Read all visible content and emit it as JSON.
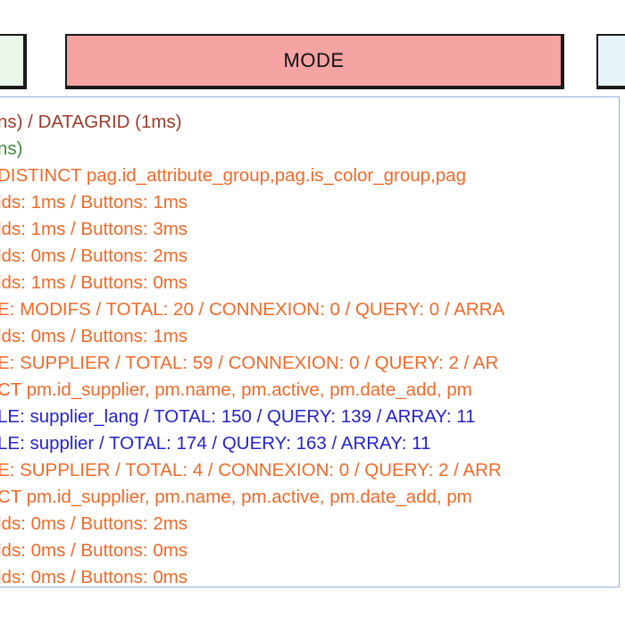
{
  "toolbar": {
    "left_button_label": "",
    "mode_button_label": "MODE",
    "right_button_label": ""
  },
  "colors": {
    "mode_button": "#f6a3a3",
    "left_button": "#e9f8ea",
    "right_button": "#e6f4fa",
    "panel_border": "#8fb4de",
    "text_darkred": "#9b3b2a",
    "text_green": "#3b8a3b",
    "text_orange": "#ef6a2a",
    "text_blue": "#2424c8"
  },
  "log": {
    "lines": [
      {
        "text": "ns) / DATAGRID (1ms)",
        "color": "darkred"
      },
      {
        "text": "ns)",
        "color": "green"
      },
      {
        "text": " DISTINCT pag.id_attribute_group,pag.is_color_group,pag",
        "color": "orange"
      },
      {
        "text": "lds: 1ms / Buttons: 1ms",
        "color": "orange"
      },
      {
        "text": "lds: 1ms / Buttons: 3ms",
        "color": "orange"
      },
      {
        "text": "lds: 0ms / Buttons: 2ms",
        "color": "orange"
      },
      {
        "text": "lds: 1ms / Buttons: 0ms",
        "color": "orange"
      },
      {
        "text": "E: MODIFS / TOTAL: 20 / CONNEXION: 0 / QUERY: 0 / ARRA",
        "color": "orange"
      },
      {
        "text": "lds: 0ms / Buttons: 1ms",
        "color": "orange"
      },
      {
        "text": "E: SUPPLIER / TOTAL: 59 / CONNEXION: 0 / QUERY: 2 / AR",
        "color": "orange"
      },
      {
        "text": "CT pm.id_supplier, pm.name, pm.active, pm.date_add, pm",
        "color": "orange"
      },
      {
        "text": "LE: supplier_lang / TOTAL: 150 / QUERY: 139 / ARRAY: 11",
        "color": "blue"
      },
      {
        "text": "LE: supplier / TOTAL: 174 / QUERY: 163 / ARRAY: 11",
        "color": "blue"
      },
      {
        "text": "E: SUPPLIER / TOTAL: 4 / CONNEXION: 0 / QUERY: 2 / ARR",
        "color": "orange"
      },
      {
        "text": "CT pm.id_supplier, pm.name, pm.active, pm.date_add, pm",
        "color": "orange"
      },
      {
        "text": "lds: 0ms / Buttons: 2ms",
        "color": "orange"
      },
      {
        "text": "lds: 0ms / Buttons: 0ms",
        "color": "orange"
      },
      {
        "text": "lds: 0ms / Buttons: 0ms",
        "color": "orange"
      }
    ]
  }
}
